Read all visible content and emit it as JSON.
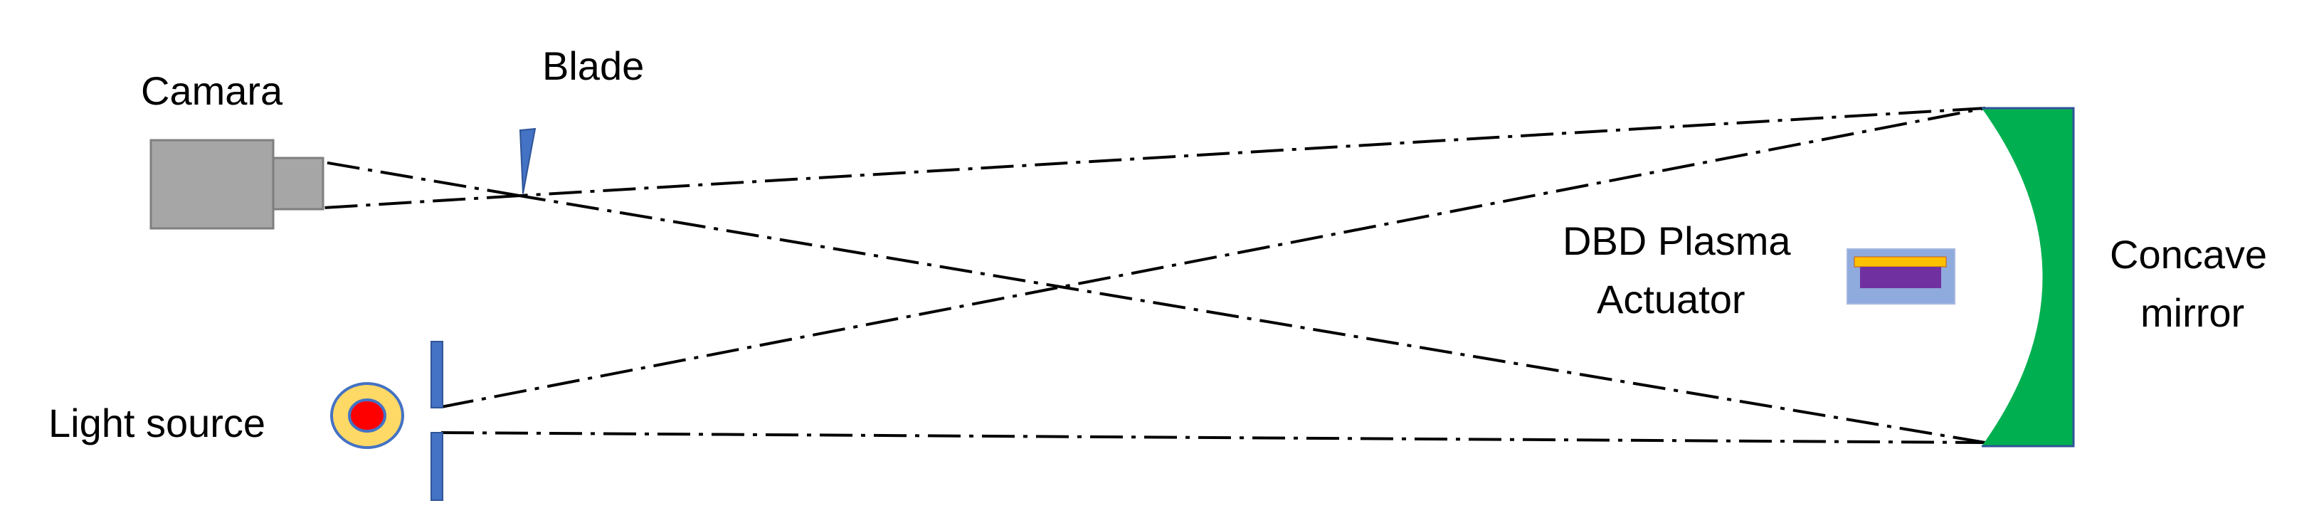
{
  "labels": {
    "camera": "Camara",
    "blade": "Blade",
    "light_source": "Light source",
    "actuator_line1": "DBD Plasma",
    "actuator_line2": "Actuator",
    "mirror_line1": "Concave",
    "mirror_line2": "mirror"
  },
  "colors": {
    "camera_body": "#a6a6a6",
    "camera_lens": "#a6a6a6",
    "camera_outline": "#7f7f7f",
    "blade": "#4472c4",
    "slit": "#4472c4",
    "light_outer": "#ffd966",
    "light_inner": "#ff0000",
    "light_outline": "#4472c4",
    "mirror_fill": "#00b050",
    "mirror_outline": "#2f5597",
    "actuator_base": "#8faadc",
    "actuator_electrode": "#ffc000",
    "actuator_dielectric": "#7030a0",
    "rays": "#000000"
  }
}
